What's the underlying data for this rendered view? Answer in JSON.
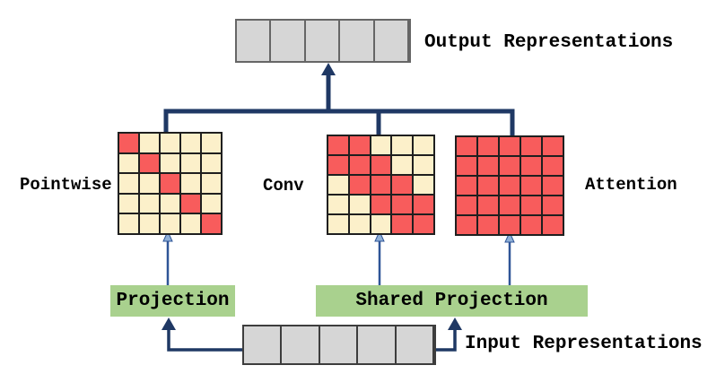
{
  "labels": {
    "output": "Output Representations",
    "input": "Input Representations",
    "projection": "Projection",
    "shared_projection": "Shared Projection"
  },
  "matrices": [
    {
      "name": "pointwise",
      "label": "Pointwise",
      "size": 5,
      "pattern": [
        [
          1,
          0,
          0,
          0,
          0
        ],
        [
          0,
          1,
          0,
          0,
          0
        ],
        [
          0,
          0,
          1,
          0,
          0
        ],
        [
          0,
          0,
          0,
          1,
          0
        ],
        [
          0,
          0,
          0,
          0,
          1
        ]
      ]
    },
    {
      "name": "conv",
      "label": "Conv",
      "size": 5,
      "pattern": [
        [
          1,
          1,
          0,
          0,
          0
        ],
        [
          1,
          1,
          1,
          0,
          0
        ],
        [
          0,
          1,
          1,
          1,
          0
        ],
        [
          0,
          0,
          1,
          1,
          1
        ],
        [
          0,
          0,
          0,
          1,
          1
        ]
      ]
    },
    {
      "name": "attention",
      "label": "Attention",
      "size": 5,
      "pattern": [
        [
          1,
          1,
          1,
          1,
          1
        ],
        [
          1,
          1,
          1,
          1,
          1
        ],
        [
          1,
          1,
          1,
          1,
          1
        ],
        [
          1,
          1,
          1,
          1,
          1
        ],
        [
          1,
          1,
          1,
          1,
          1
        ]
      ]
    }
  ],
  "rows": {
    "output_cells": 5,
    "input_cells": 5
  },
  "colors": {
    "red": "#f85c5c",
    "cream": "#fcf0ca",
    "gray": "#d6d6d6",
    "green": "#a9d18e",
    "navy": "#1f3864",
    "blue": "#2f5597",
    "blue_light": "#8fb0d8",
    "cell_border": "#1f1f1f",
    "row_border_output": "#666666",
    "row_border_input": "#3d3d3d",
    "text": "#000000"
  }
}
